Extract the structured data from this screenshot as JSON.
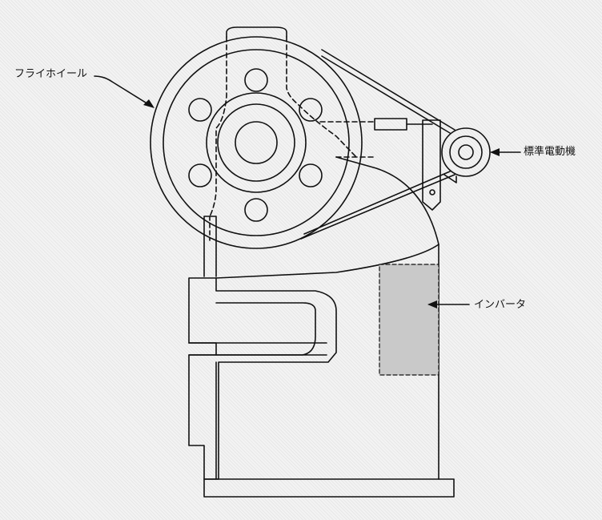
{
  "labels": {
    "flywheel": "フライホイール",
    "motor": "標準電動機",
    "inverter": "インバータ"
  },
  "colors": {
    "line": "#111111",
    "inverter_fill": "#c9c9c9",
    "background": "#f3f3f3"
  }
}
